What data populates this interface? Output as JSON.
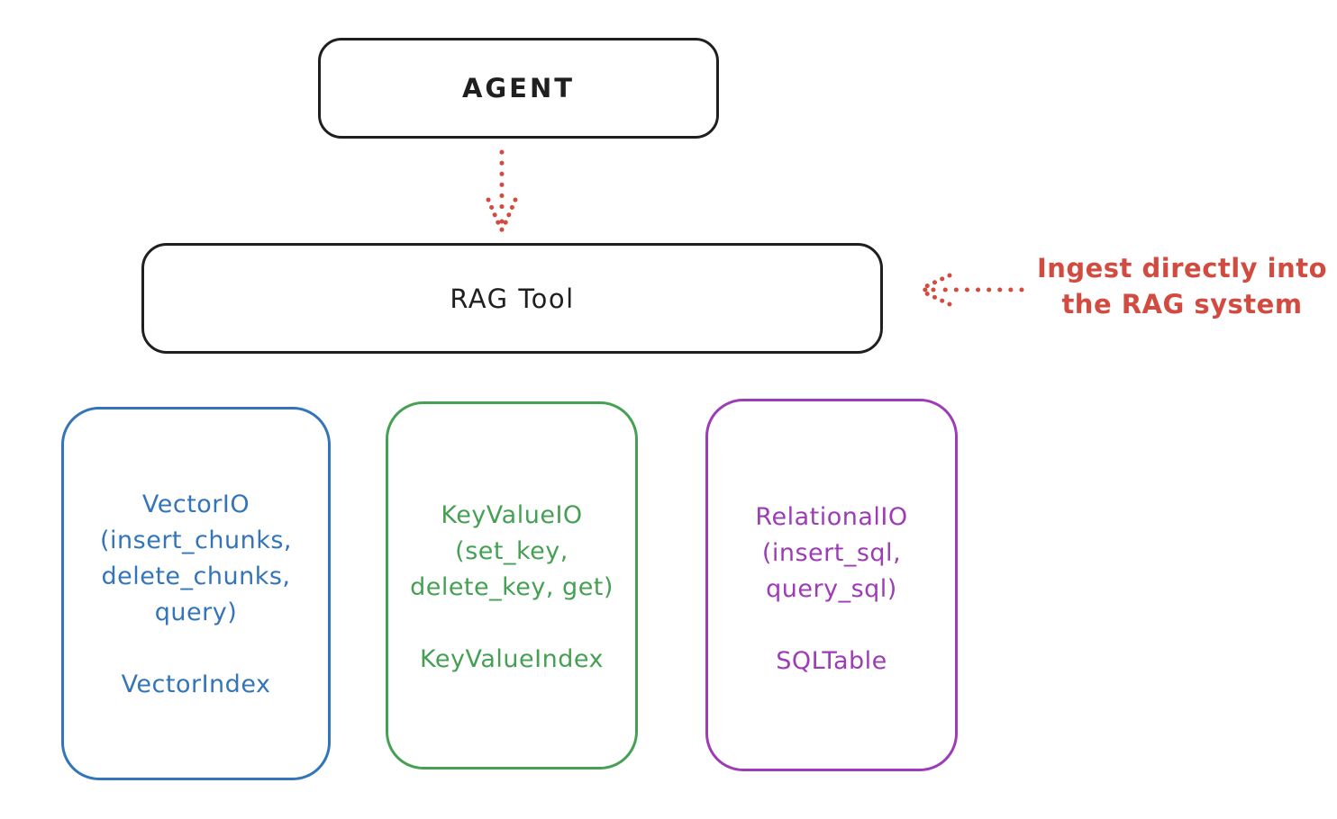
{
  "colors": {
    "ink": "#1f1f1f",
    "red": "#d24b40",
    "blue": "#3474b8",
    "green": "#46a054",
    "purple": "#9d3cb6"
  },
  "nodes": {
    "agent": {
      "label": "AGENT"
    },
    "rag_tool": {
      "label": "RAG Tool"
    },
    "vector": {
      "lines": [
        "VectorIO",
        "(insert_chunks,",
        "delete_chunks,",
        "query)"
      ],
      "index_label": "VectorIndex"
    },
    "keyvalue": {
      "lines": [
        "KeyValueIO",
        "(set_key,",
        "delete_key, get)"
      ],
      "index_label": "KeyValueIndex"
    },
    "relational": {
      "lines": [
        "RelationalIO",
        "(insert_sql,",
        "query_sql)"
      ],
      "index_label": "SQLTable"
    }
  },
  "annotation": {
    "lines": [
      "Ingest directly into",
      "the RAG system"
    ]
  }
}
